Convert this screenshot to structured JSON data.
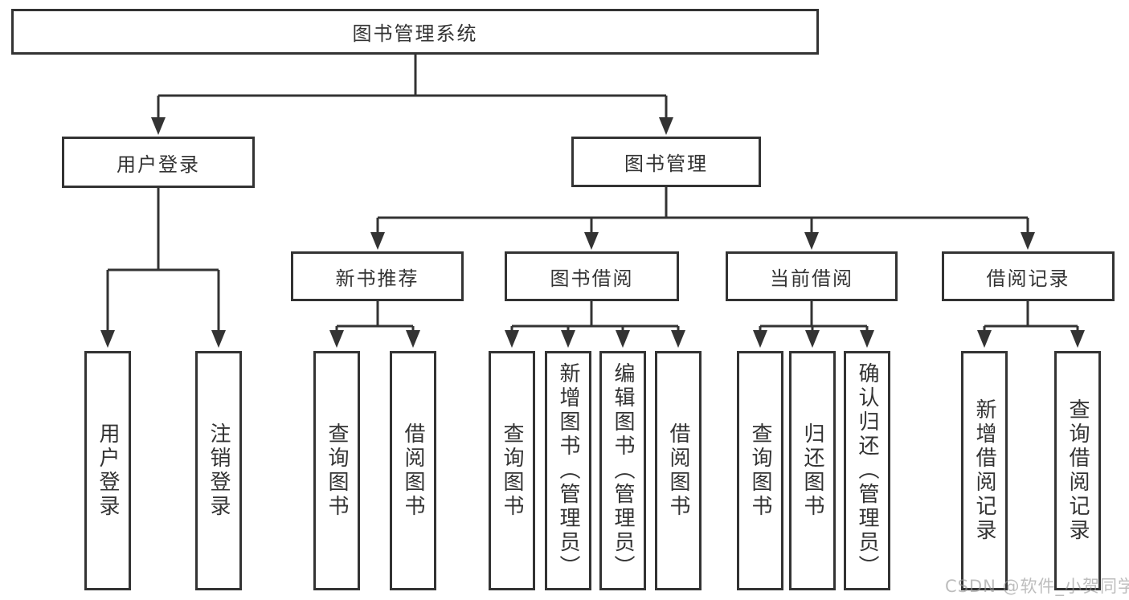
{
  "diagram": {
    "title": "图书管理系统",
    "colors": {
      "line": "#333333",
      "text": "#333333",
      "background": "#ffffff",
      "watermark": "#949494"
    },
    "tree": {
      "label": "图书管理系统",
      "children": [
        {
          "label": "用户登录",
          "children": [
            {
              "label": "用户登录"
            },
            {
              "label": "注销登录"
            }
          ]
        },
        {
          "label": "图书管理",
          "children": [
            {
              "label": "新书推荐",
              "children": [
                {
                  "label": "查询图书"
                },
                {
                  "label": "借阅图书"
                }
              ]
            },
            {
              "label": "图书借阅",
              "children": [
                {
                  "label": "查询图书"
                },
                {
                  "label": "新增图书（管理员）"
                },
                {
                  "label": "编辑图书（管理员）"
                },
                {
                  "label": "借阅图书"
                }
              ]
            },
            {
              "label": "当前借阅",
              "children": [
                {
                  "label": "查询图书"
                },
                {
                  "label": "归还图书"
                },
                {
                  "label": "确认归还（管理员）"
                }
              ]
            },
            {
              "label": "借阅记录",
              "children": [
                {
                  "label": "新增借阅记录"
                },
                {
                  "label": "查询借阅记录"
                }
              ]
            }
          ]
        }
      ]
    },
    "watermark": "CSDN @软件_小贺同学"
  }
}
